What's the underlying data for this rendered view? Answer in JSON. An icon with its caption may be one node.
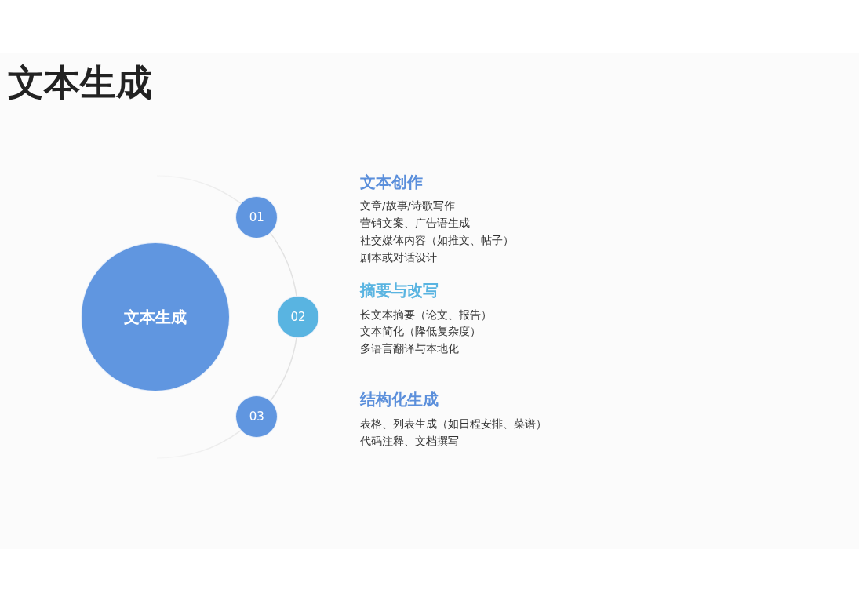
{
  "diagram": {
    "title": "文本生成",
    "nodes": [
      {
        "text": [
          "文本生成"
        ]
      },
      {
        "text": [
          "01"
        ]
      },
      {
        "text": [
          "02"
        ]
      },
      {
        "text": [
          "03"
        ]
      }
    ],
    "edges": [
      {
        "from": 1,
        "to": 2,
        "arrow": "none"
      },
      {
        "from": 2,
        "to": 3,
        "arrow": "none"
      }
    ],
    "labels": [
      "文本创作",
      "文章/故事/诗歌写作",
      "营销文案、广告语生成",
      "社交媒体内容（如推文、帖子）",
      "剧本或对话设计",
      "摘要与改写",
      "长文本摘要（论文、报告）",
      "文本简化（降低复杂度）",
      "多语言翻译与本地化",
      "结构化生成",
      "表格、列表生成（如日程安排、菜谱）",
      "代码注释、文档撰写"
    ]
  }
}
